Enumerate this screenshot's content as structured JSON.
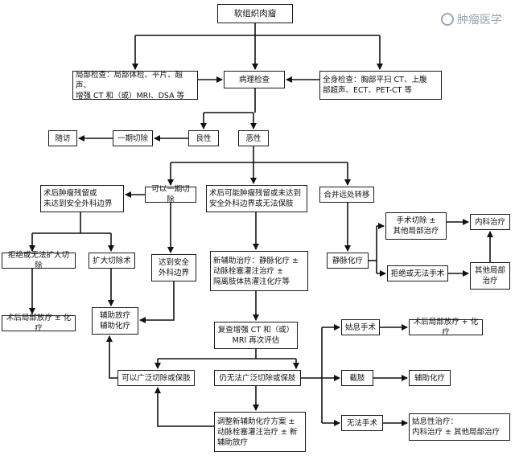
{
  "nodes": {
    "title": "软组织肉瘤",
    "local_exam": "局部检查：局部体检、平片、超声、\n增强 CT 和（或）MRI、DSA 等",
    "pathology": "病理检查",
    "systemic_exam": "全身检查：胸部平扫 CT、上腹\n部超声、ECT、PET-CT 等",
    "followup": "随访",
    "stage1_resection": "一期切除",
    "benign": "良性",
    "malignant": "恶性",
    "residual_tumor": "术后肿瘤残留或\n未达到安全外科边界",
    "can_stage1": "可以一期切除",
    "may_residual": "术后可能肿瘤残留或未达到\n安全外科边界或无法保肢",
    "metastasis": "合并远处转移",
    "refuse_extended": "拒绝或无法扩大切除",
    "extended_resection": "扩大切除术",
    "reach_margin": "达到安全\n外科边界",
    "neoadjuvant": "新辅助治疗：静脉化疗 ±\n动脉栓塞灌注治疗 ±\n隔离肢体热灌注化疗等",
    "iv_chemo": "静脉化疗",
    "surgery_local": "手术切除 ±\n其他局部治疗",
    "internal_treatment": "内科治疗",
    "refuse_surgery": "拒绝或无法手术",
    "other_local": "其他局部\n治疗",
    "post_radio": "术后局部放疗 ± 化疗",
    "adjuvant": "辅助放疗\n辅助化疗",
    "recheck": "复查增强 CT 和（或）\nMRI 再次评估",
    "palliative_surgery": "姑息手术",
    "post_radio_chemo": "术后局部放疗 + 化疗",
    "wide_resect": "可以广泛切除或保肢",
    "still_cannot": "仍无法广泛切除或保肢",
    "amputation": "截肢",
    "adjuvant_chemo": "辅助化疗",
    "adjust_neo": "调整新辅助化疗方案 ±\n动脉栓塞灌注治疗 ± 新\n辅助放疗",
    "no_surgery": "无法手术",
    "palliative_treatment": "姑息性治疗：\n内科治疗 ± 其他局部治疗"
  },
  "logo_text": "肿瘤医学"
}
